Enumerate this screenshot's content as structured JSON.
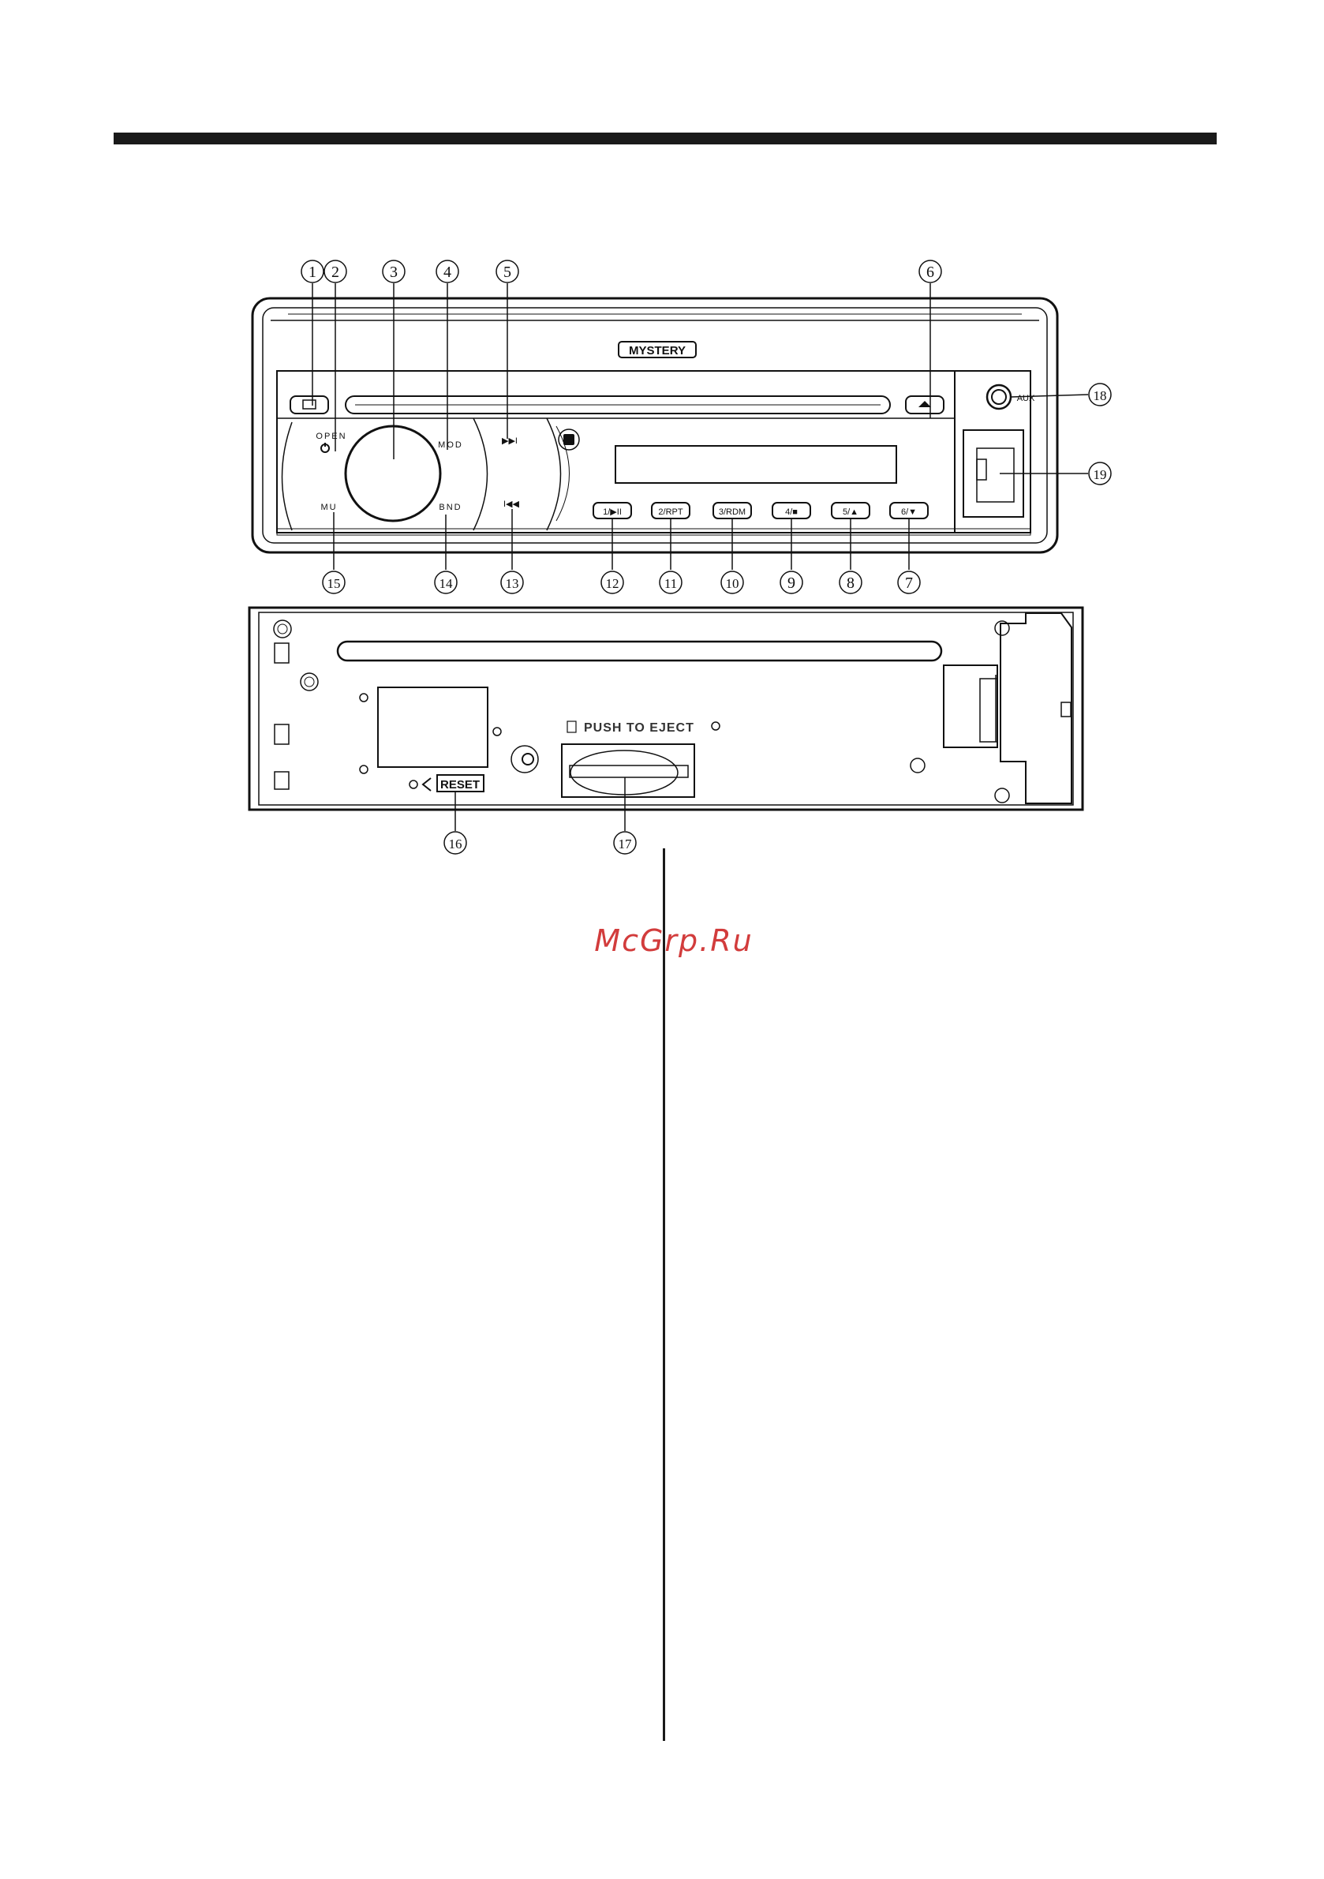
{
  "watermark": "McGrp.Ru",
  "brand": {
    "logo_text": "MYSTERY"
  },
  "front_panel": {
    "labels": {
      "open": "OPEN",
      "mod": "MOD",
      "mu": "MU",
      "bnd": "BND",
      "aux": "AUX",
      "next_symbol": "▶▶I",
      "prev_symbol": "I◀◀"
    },
    "preset_buttons": [
      "1/▶II",
      "2/RPT",
      "3/RDM",
      "4/■",
      "5/▲",
      "6/▼"
    ]
  },
  "rear_panel": {
    "push_to_eject": "PUSH TO EJECT",
    "reset": "RESET"
  },
  "callouts": {
    "c1": "1",
    "c2": "2",
    "c3": "3",
    "c4": "4",
    "c5": "5",
    "c6": "6",
    "c7": "7",
    "c8": "8",
    "c9": "9",
    "c10": "10",
    "c11": "11",
    "c12": "12",
    "c13": "13",
    "c14": "14",
    "c15": "15",
    "c16": "16",
    "c17": "17",
    "c18": "18",
    "c19": "19"
  },
  "colors": {
    "watermark": "#d23c3c",
    "ink": "#111111"
  },
  "icons": [
    "power-icon",
    "eject-icon",
    "next-track-icon",
    "prev-track-icon",
    "aux-jack-icon",
    "sd-slot-icon"
  ]
}
